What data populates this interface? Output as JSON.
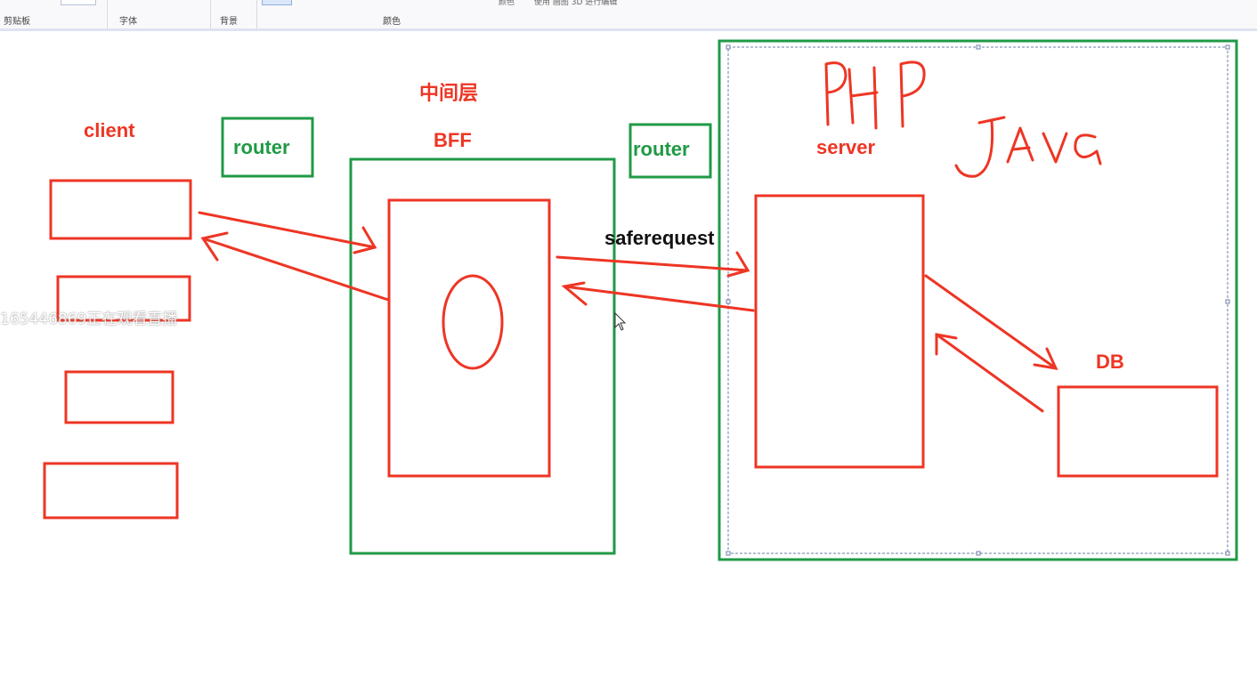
{
  "ribbon": {
    "groups": [
      "剪贴板",
      "字体",
      "背景",
      "颜色"
    ],
    "cut_text_1": "颜色",
    "cut_text_2": "使用 画图 3D 进行编辑"
  },
  "diagram": {
    "title_middle_layer": "中间层",
    "label_bff": "BFF",
    "label_client": "client",
    "label_router_left": "router",
    "label_router_right": "router",
    "label_server": "server",
    "label_saferequest": "saferequest",
    "label_db": "DB",
    "handwritten_php": "PHP",
    "handwritten_java": "JAVA"
  },
  "overlay": {
    "watermark_text": "165446869正在观看直播"
  },
  "colors": {
    "red": "#ee3524",
    "green": "#1f9a45",
    "selection": "#6b7fa8"
  }
}
